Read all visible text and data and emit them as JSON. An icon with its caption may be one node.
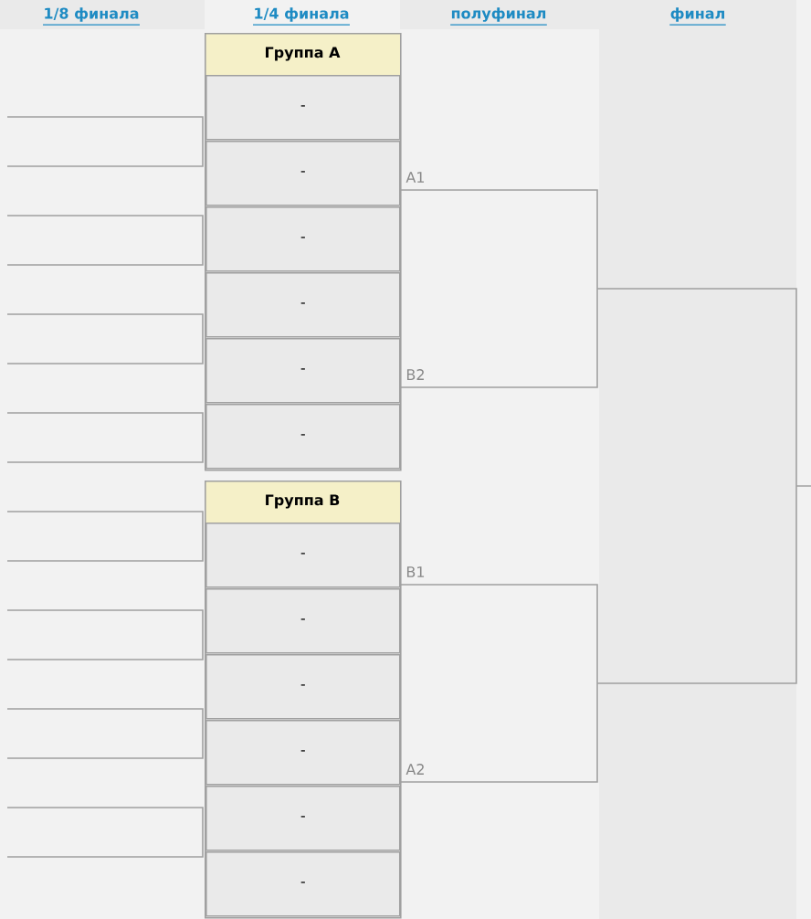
{
  "diagram": {
    "nodes": [
      {
        "text": [
          "Группа А"
        ]
      },
      {
        "text": [
          "-"
        ],
        "in": 0
      },
      {
        "text": [
          "-"
        ],
        "in": 0
      },
      {
        "text": [
          "-"
        ],
        "in": 0
      },
      {
        "text": [
          "-"
        ],
        "in": 0
      },
      {
        "text": [
          "-"
        ],
        "in": 0
      },
      {
        "text": [
          "-"
        ],
        "in": 0
      },
      {
        "text": [
          "Группа В"
        ]
      },
      {
        "text": [
          "-"
        ],
        "in": 7
      },
      {
        "text": [
          "-"
        ],
        "in": 7
      },
      {
        "text": [
          "-"
        ],
        "in": 7
      },
      {
        "text": [
          "-"
        ],
        "in": 7
      },
      {
        "text": [
          "-"
        ],
        "in": 7
      },
      {
        "text": [
          "-"
        ],
        "in": 7
      }
    ],
    "labels": [
      "1/8 финала",
      "1/4 финала",
      "полуфинал",
      "финал",
      "A1",
      "B2",
      "B1",
      "A2"
    ]
  }
}
